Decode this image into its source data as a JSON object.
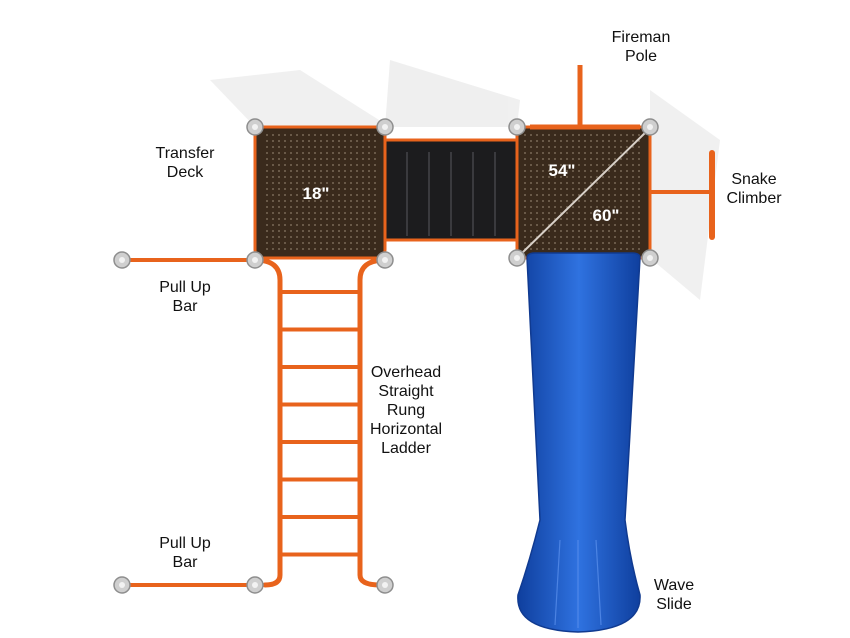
{
  "title": "Playground structure top view",
  "colors": {
    "frame": "#e8631c",
    "deck": "#3a2a1c",
    "bridge": "#1c1c1e",
    "slide": "#1f5fd0",
    "post": "#c9c9c9"
  },
  "decks": {
    "transfer": "18\"",
    "upper": "54\"",
    "lower": "60\""
  },
  "labels": {
    "transfer_deck": [
      "Transfer",
      "Deck"
    ],
    "pull_up_bar_top": [
      "Pull Up",
      "Bar"
    ],
    "ladder": [
      "Overhead",
      "Straight",
      "Rung",
      "Horizontal",
      "Ladder"
    ],
    "pull_up_bar_bottom": [
      "Pull Up",
      "Bar"
    ],
    "fireman_pole": [
      "Fireman",
      "Pole"
    ],
    "snake_climber": [
      "Snake",
      "Climber"
    ],
    "wave_slide": [
      "Wave",
      "Slide"
    ]
  }
}
